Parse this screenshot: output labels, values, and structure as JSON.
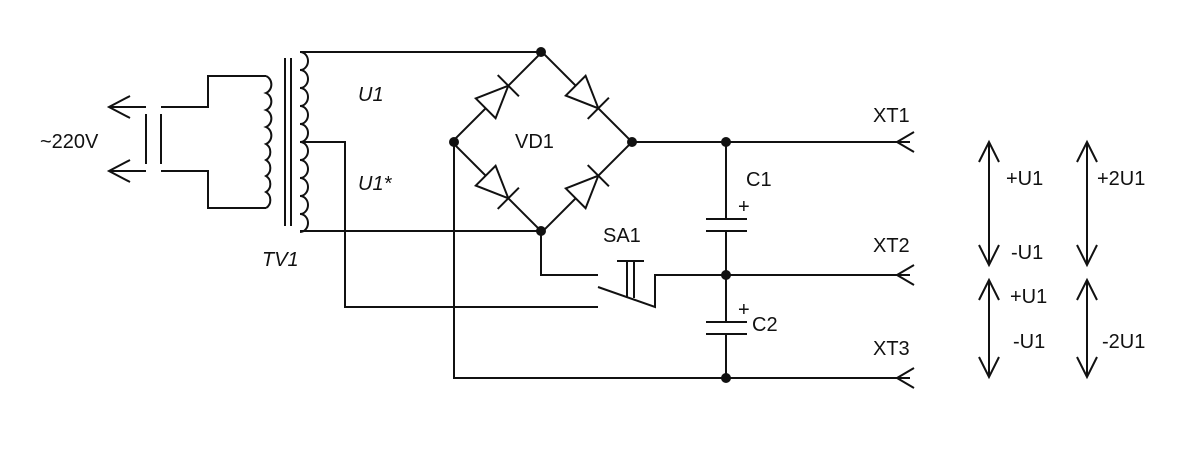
{
  "labels": {
    "mains": "~220V",
    "transformer": "TV1",
    "winding_top": "U1",
    "winding_bottom": "U1*",
    "bridge": "VD1",
    "switch": "SA1",
    "cap1": "C1",
    "cap2": "C2",
    "cap1_polarity": "+",
    "cap2_polarity": "+",
    "terminal1": "XT1",
    "terminal2": "XT2",
    "terminal3": "XT3"
  },
  "voltage_indicators": {
    "upper_single_top": "+U1",
    "upper_single_bottom": "-U1",
    "upper_double": "+2U1",
    "lower_single_top": "+U1",
    "lower_single_bottom": "-U1",
    "lower_double": "-2U1"
  }
}
